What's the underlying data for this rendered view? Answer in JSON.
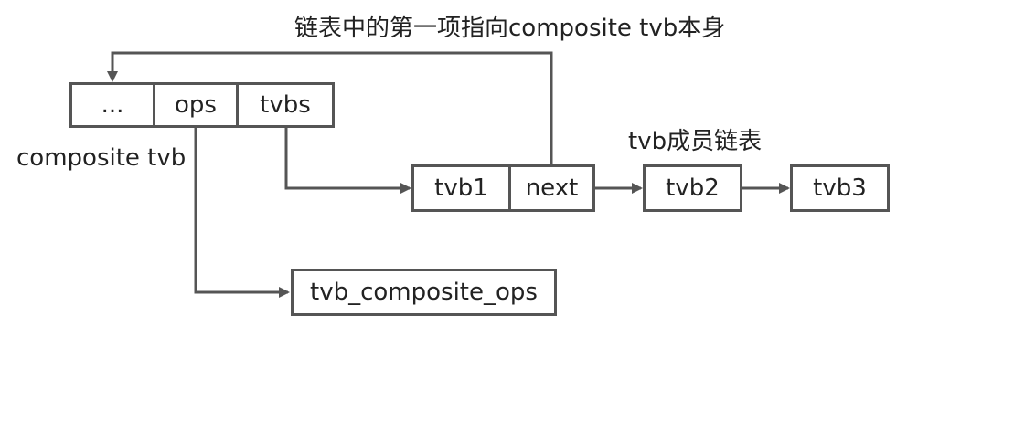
{
  "title": "链表中的第一项指向composite tvb本身",
  "composite": {
    "label": "composite tvb",
    "cells": [
      "...",
      "ops",
      "tvbs"
    ]
  },
  "chain": {
    "label": "tvb成员链表",
    "first": [
      "tvb1",
      "next"
    ],
    "second": "tvb2",
    "third": "tvb3"
  },
  "ops_target": "tvb_composite_ops",
  "colors": {
    "stroke": "#555555",
    "text": "#222222"
  }
}
